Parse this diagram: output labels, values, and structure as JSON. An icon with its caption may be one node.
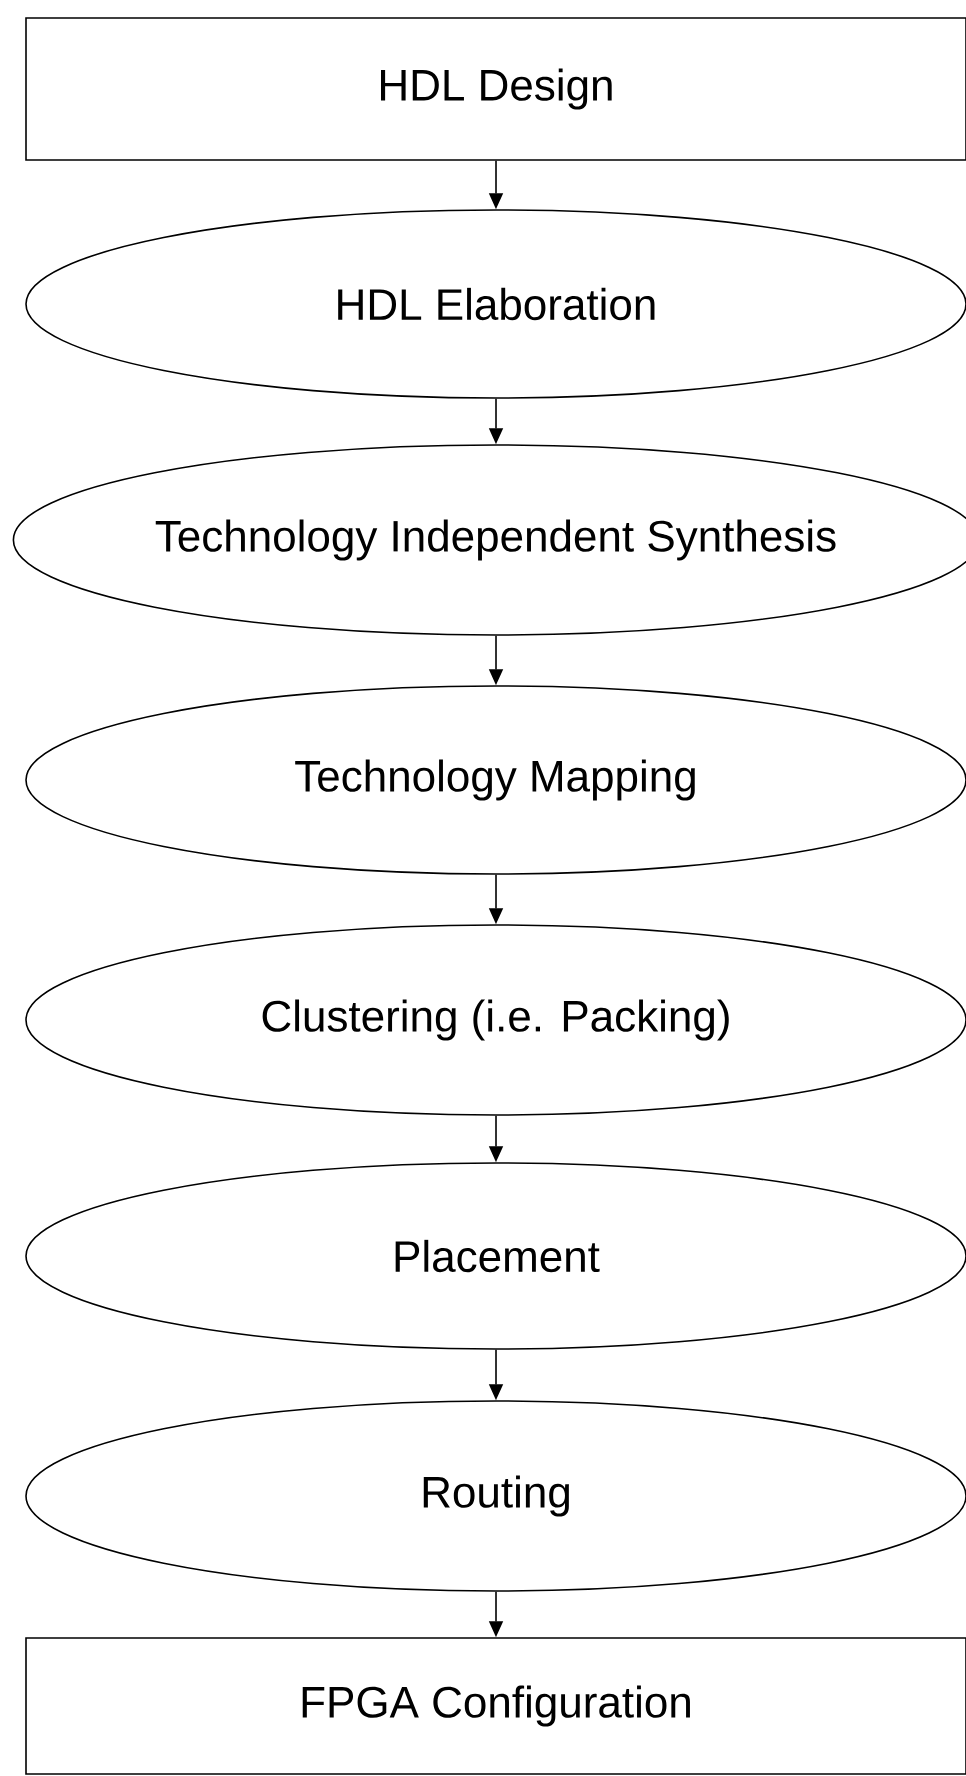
{
  "diagram": {
    "nodes": [
      {
        "text": [
          "HDL Design"
        ]
      },
      {
        "text": [
          "HDL Elaboration"
        ]
      },
      {
        "text": [
          "Technology Independent Synthesis"
        ]
      },
      {
        "text": [
          "Technology Mapping"
        ]
      },
      {
        "text": [
          "Clustering (i.e. Packing)"
        ]
      },
      {
        "text": [
          "Placement"
        ]
      },
      {
        "text": [
          "Routing"
        ]
      },
      {
        "text": [
          "FPGA Configuration"
        ]
      }
    ],
    "edges": [
      {
        "from": 0,
        "to": 1,
        "arrow": "to"
      },
      {
        "from": 1,
        "to": 2,
        "arrow": "to"
      },
      {
        "from": 2,
        "to": 3,
        "arrow": "to"
      },
      {
        "from": 3,
        "to": 4,
        "arrow": "to"
      },
      {
        "from": 4,
        "to": 5,
        "arrow": "to"
      },
      {
        "from": 5,
        "to": 6,
        "arrow": "to"
      },
      {
        "from": 6,
        "to": 7,
        "arrow": "to"
      }
    ]
  }
}
